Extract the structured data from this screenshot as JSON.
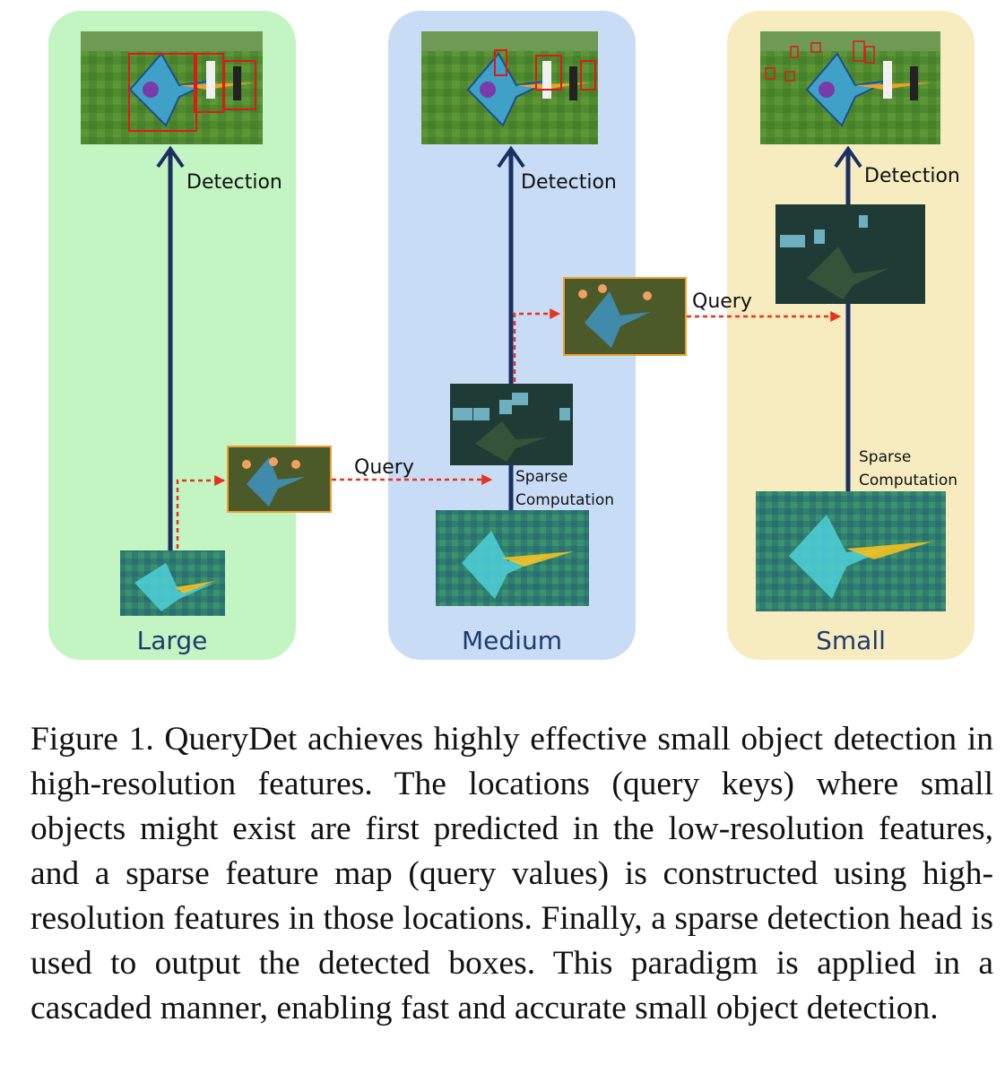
{
  "figure": {
    "panels": [
      {
        "label": "Large",
        "detection_label": "Detection"
      },
      {
        "label": "Medium",
        "detection_label": "Detection",
        "sparse_label": [
          "Sparse",
          "Computation"
        ]
      },
      {
        "label": "Small",
        "detection_label": "Detection",
        "sparse_label": [
          "Sparse",
          "Computation"
        ]
      }
    ],
    "query_label": "Query",
    "colors": {
      "large_bg": "#c2f5c2",
      "medium_bg": "#c9dcf6",
      "small_bg": "#f7ecc0",
      "arrow": "#1b2f63",
      "query_arrow": "#e8321e",
      "detection_box": "#e01818",
      "query_frame": "#f0a030"
    }
  },
  "caption": "Figure 1. QueryDet achieves highly effective small object detection in high-resolution features. The locations (query keys) where small objects might exist are first predicted in the low-resolution features, and a sparse feature map (query values) is constructed using high-resolution features in those locations. Finally, a sparse detection head is used to output the detected boxes. This paradigm is applied in a cascaded manner, enabling fast and accurate small object detection."
}
